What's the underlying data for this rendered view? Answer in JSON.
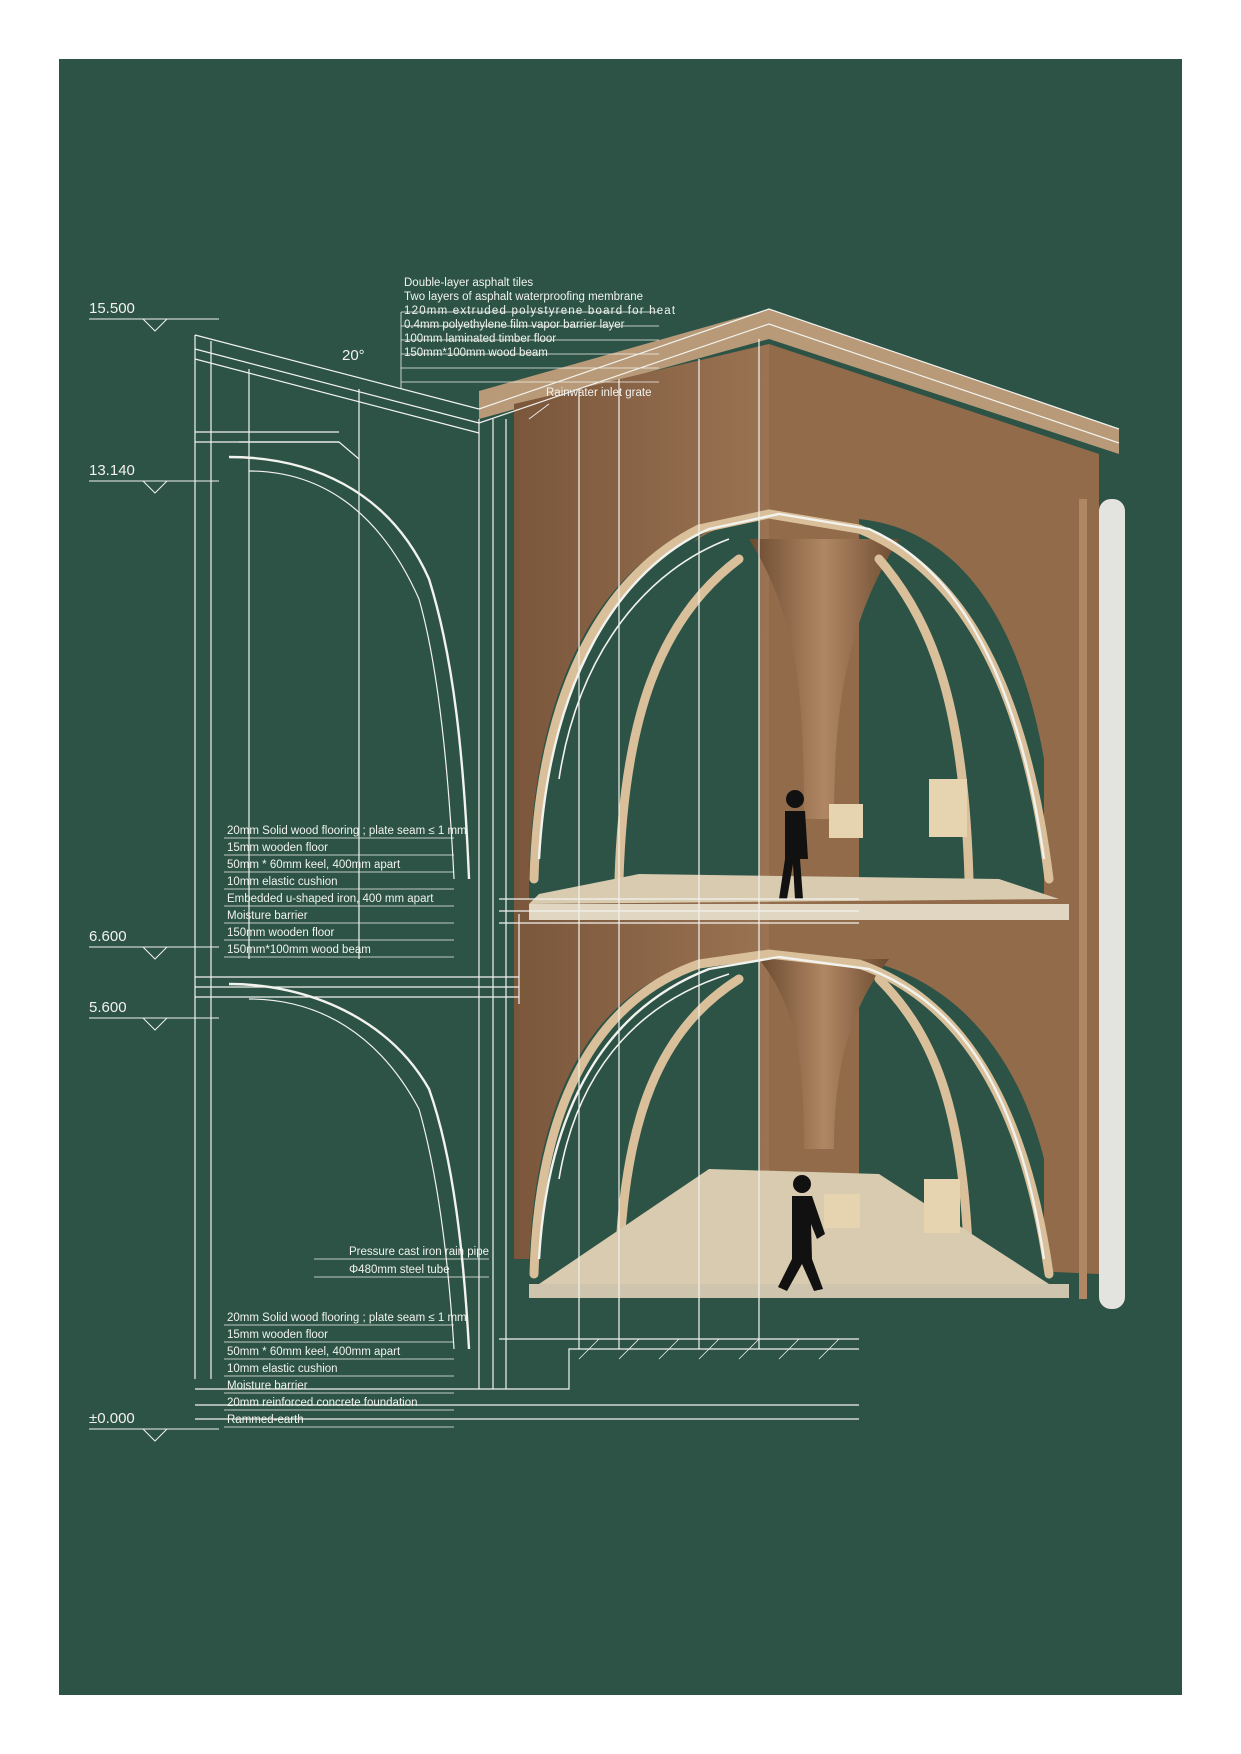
{
  "levels": [
    "15.500",
    "13.140",
    "6.600",
    "5.600",
    "±0.000"
  ],
  "roof_angle": "20°",
  "roof_layers": [
    "Double-layer asphalt tiles",
    "Two layers of asphalt waterproofing membrane",
    "120mm extruded polystyrene board for heat",
    "0.4mm polyethylene film vapor barrier layer",
    "100mm laminated timber floor",
    "150mm*100mm wood beam"
  ],
  "rain_grate": "Rainwater inlet grate",
  "upper_floor_layers": [
    "20mm Solid wood flooring ; plate seam ≤ 1 mm",
    "15mm wooden floor",
    "50mm * 60mm keel, 400mm apart",
    "10mm elastic cushion",
    "Embedded u-shaped iron, 400 mm apart",
    "Moisture barrier",
    "150mm wooden floor",
    "150mm*100mm wood beam"
  ],
  "pipe_labels": [
    "Pressure cast iron rain pipe",
    "Φ480mm steel tube"
  ],
  "ground_floor_layers": [
    "20mm Solid wood flooring ; plate seam ≤ 1 mm",
    "15mm wooden floor",
    "50mm * 60mm keel, 400mm apart",
    "10mm elastic cushion",
    "Moisture barrier",
    "20mm reinforced concrete foundation",
    "Rammed-earth"
  ],
  "colors": {
    "background": "#2c5346",
    "line": "#f2f2ee",
    "wood_light": "#d9c09b",
    "wood_panel": "#8a6446",
    "floor": "#d8cbb0"
  }
}
